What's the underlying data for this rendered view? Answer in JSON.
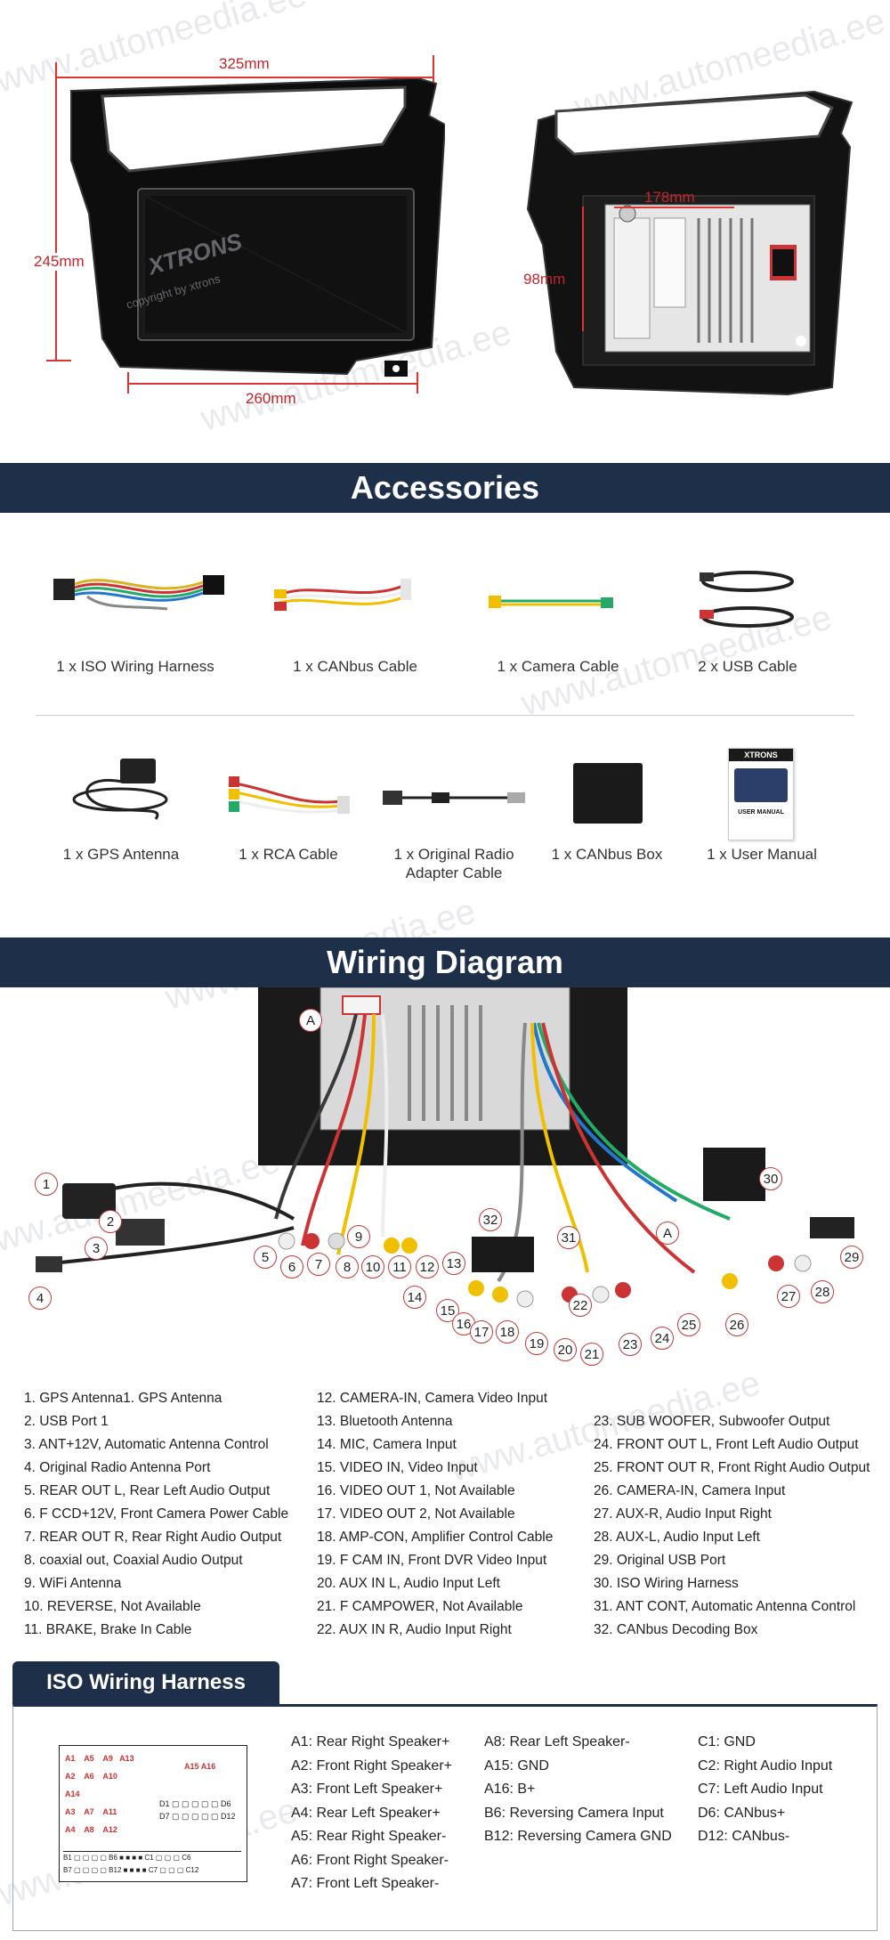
{
  "dimensions": {
    "width_top": "325mm",
    "height_left": "245mm",
    "width_bottom": "260mm",
    "back_width": "178mm",
    "back_height": "98mm"
  },
  "brand": {
    "logo": "XTRONS",
    "copyright": "copyright by xtrons",
    "watermark": "www.automeedia.ee"
  },
  "accessories": {
    "title": "Accessories",
    "row1": [
      {
        "label": "1 x ISO Wiring Harness",
        "icon": "iso-harness"
      },
      {
        "label": "1 x CANbus Cable",
        "icon": "canbus-cable"
      },
      {
        "label": "1 x Camera Cable",
        "icon": "camera-cable"
      },
      {
        "label": "2 x USB Cable",
        "icon": "usb-cable"
      }
    ],
    "row2": [
      {
        "label": "1 x GPS Antenna",
        "icon": "gps-antenna"
      },
      {
        "label": "1 x RCA Cable",
        "icon": "rca-cable"
      },
      {
        "label": "1 x Original Radio\nAdapter Cable",
        "icon": "radio-adapter"
      },
      {
        "label": "1 x CANbus Box",
        "icon": "canbus-box"
      },
      {
        "label": "1 x User Manual",
        "icon": "user-manual"
      }
    ],
    "manual_brand": "XTRONS",
    "manual_title": "USER MANUAL"
  },
  "wiring": {
    "title": "Wiring Diagram",
    "marker": "A",
    "callouts": [
      "1",
      "2",
      "3",
      "4",
      "5",
      "6",
      "7",
      "8",
      "9",
      "10",
      "11",
      "12",
      "13",
      "14",
      "15",
      "16",
      "17",
      "18",
      "19",
      "20",
      "21",
      "22",
      "23",
      "24",
      "25",
      "26",
      "27",
      "28",
      "29",
      "30",
      "31",
      "32"
    ],
    "col1": [
      "1. GPS Antenna1. GPS Antenna",
      "2. USB Port 1",
      "3. ANT+12V, Automatic Antenna Control",
      "4. Original Radio Antenna Port",
      "5. REAR OUT L, Rear Left Audio Output",
      "6. F CCD+12V, Front Camera Power Cable",
      "7. REAR OUT R, Rear Right Audio Output",
      "8. coaxial out, Coaxial Audio Output",
      "9. WiFi Antenna",
      "10. REVERSE, Not Available",
      "11. BRAKE, Brake In Cable"
    ],
    "col2": [
      "12. CAMERA-IN, Camera Video Input",
      "13. Bluetooth Antenna",
      "14. MIC, Camera Input",
      "15. VIDEO IN, Video Input",
      "16. VIDEO OUT 1, Not Available",
      "17. VIDEO OUT 2, Not Available",
      "18. AMP-CON, Amplifier Control Cable",
      "19. F CAM IN, Front DVR Video Input",
      "20. AUX IN L, Audio Input Left",
      "21. F CAMPOWER, Not Available",
      "22. AUX IN R, Audio Input Right"
    ],
    "col3": [
      "23. SUB WOOFER, Subwoofer Output",
      "24. FRONT OUT L, Front Left Audio Output",
      "25. FRONT OUT R, Front Right Audio Output",
      "26. CAMERA-IN, Camera Input",
      "27. AUX-R, Audio Input Right",
      "28. AUX-L, Audio Input Left",
      "29. Original USB Port",
      "30. ISO Wiring Harness",
      "31. ANT CONT, Automatic Antenna Control",
      "32. CANbus Decoding Box"
    ]
  },
  "iso": {
    "title": "ISO Wiring Harness",
    "connector_labels": [
      "A1",
      "A5",
      "A9",
      "A13",
      "A2",
      "A6",
      "A10",
      "A14",
      "A3",
      "A7",
      "A11",
      "A4",
      "A8",
      "A12",
      "A15",
      "A16",
      "D1",
      "D7",
      "D6",
      "D12",
      "B1",
      "B7",
      "B6",
      "B12",
      "C1",
      "C7",
      "C6",
      "C12"
    ],
    "col1": [
      "A1: Rear Right Speaker+",
      "A2: Front Right Speaker+",
      "A3: Front Left Speaker+",
      "A4: Rear Left Speaker+",
      "A5: Rear Right Speaker-",
      "A6: Front Right Speaker-",
      "A7: Front Left Speaker-"
    ],
    "col2": [
      "A8: Rear Left Speaker-",
      "A15: GND",
      "A16: B+",
      "B6: Reversing Camera Input",
      "B12: Reversing Camera GND"
    ],
    "col3": [
      "C1: GND",
      "C2: Right Audio Input",
      "C7: Left Audio Input",
      "D6: CANbus+",
      "D12: CANbus-"
    ]
  },
  "colors": {
    "header": "#1e3049",
    "dimension_red": "#c0262b",
    "callout_red": "#c43a3a"
  }
}
